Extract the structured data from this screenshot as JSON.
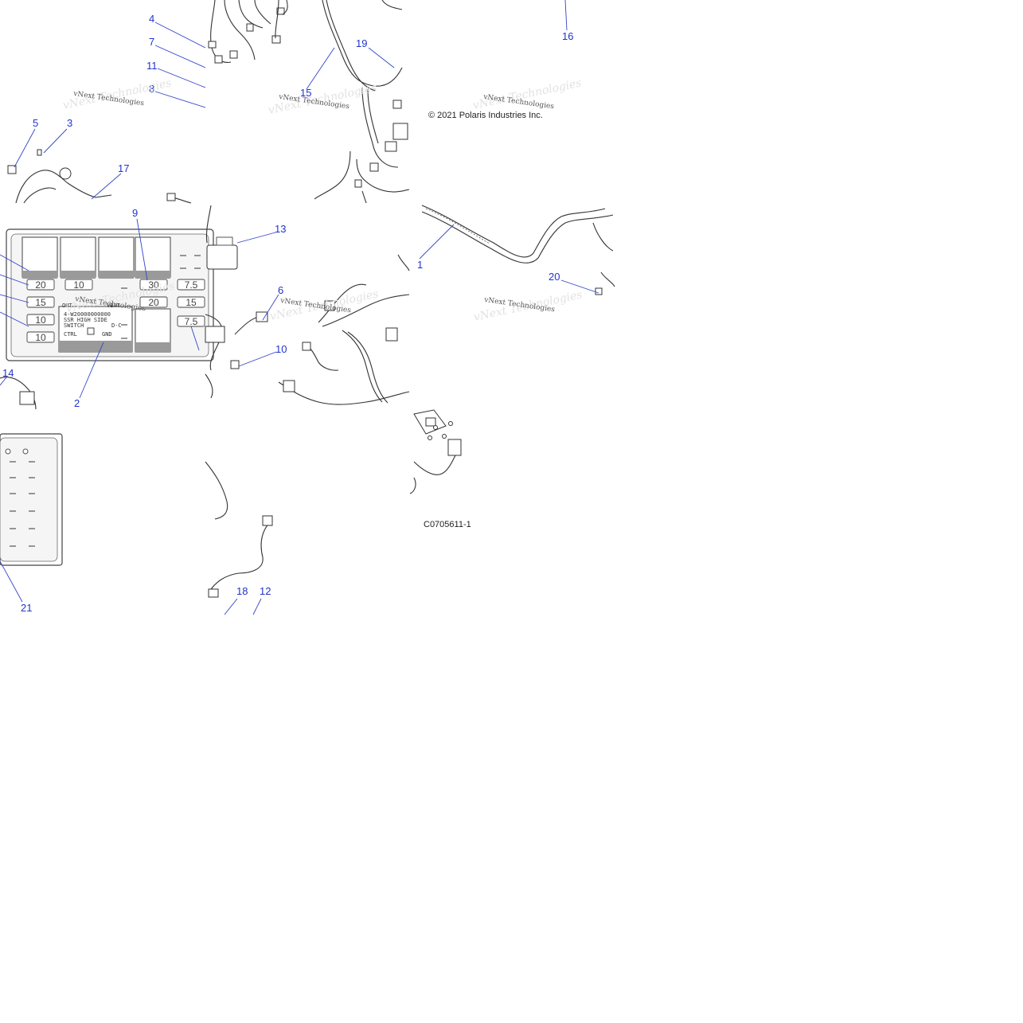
{
  "watermark": "vNext Technologies",
  "copyright": "© 2021 Polaris Industries Inc.",
  "figure_code": "C0705611-1",
  "callouts": [
    "1",
    "2",
    "3",
    "4",
    "5",
    "6",
    "7",
    "8",
    "9",
    "10",
    "11",
    "12",
    "13",
    "14",
    "15",
    "16",
    "17",
    "18",
    "19",
    "20",
    "21"
  ],
  "fuse_box": {
    "left_column": [
      "20",
      "15",
      "10",
      "10"
    ],
    "top_row": [
      "10",
      "30",
      "20"
    ],
    "right_column": [
      "7.5",
      "15",
      "7.5"
    ],
    "module_text": [
      "OUT",
      "VBAT",
      "4-W20000000000",
      "SSR HIGH SIDE",
      "SWITCH",
      "D-C",
      "CTRL",
      "GND"
    ]
  }
}
